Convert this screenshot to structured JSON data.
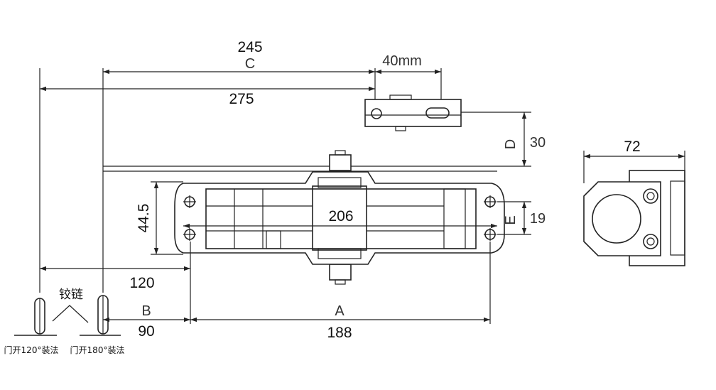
{
  "dimensions": {
    "d245": "245",
    "c": "C",
    "d40mm": "40mm",
    "d275": "275",
    "d": "D",
    "d30": "30",
    "d72": "72",
    "d44_5": "44.5",
    "d206": "206",
    "e": "E",
    "d19": "19",
    "d120": "120",
    "b": "B",
    "a": "A",
    "d90": "90",
    "d188": "188"
  },
  "hinge_label": "铰链",
  "captions": {
    "open120": "门开120°装法",
    "open180": "门开180°装法"
  },
  "colors": {
    "line": "#222222",
    "text": "#111111",
    "background": "#ffffff"
  }
}
